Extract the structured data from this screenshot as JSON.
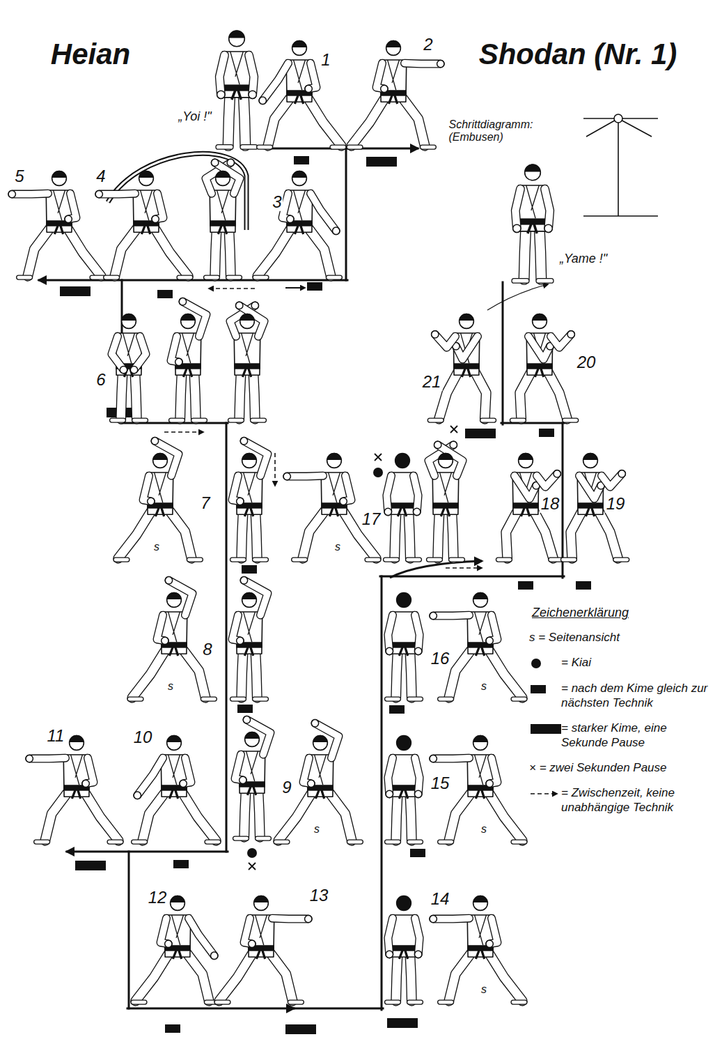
{
  "diagram": {
    "labels": [
      "Heian",
      "Shodan (Nr. 1)",
      "„Yoi !\"",
      "1",
      "2",
      "Schrittdiagramm: (Embusen)",
      "5",
      "4",
      "3",
      "„Yame !\"",
      "6",
      "21",
      "20",
      "7",
      "s",
      "17",
      "s",
      "18",
      "19",
      "8",
      "s",
      "16",
      "s",
      "11",
      "10",
      "9",
      "s",
      "15",
      "s",
      "12",
      "13",
      "14",
      "s",
      "Zeichenerklärung"
    ],
    "legend": [
      {
        "text": "s = Seitenansicht"
      },
      {
        "text": "= Kiai"
      },
      {
        "text": "= nach dem Kime gleich zur nächsten Technik",
        "color": "#111111"
      },
      {
        "text": "= starker Kime, eine Sekunde Pause",
        "color": "#111111"
      },
      {
        "text": "× = zwei Sekunden Pause"
      },
      {
        "text": "= Zwischenzeit, keine unabhängige Technik"
      }
    ]
  }
}
